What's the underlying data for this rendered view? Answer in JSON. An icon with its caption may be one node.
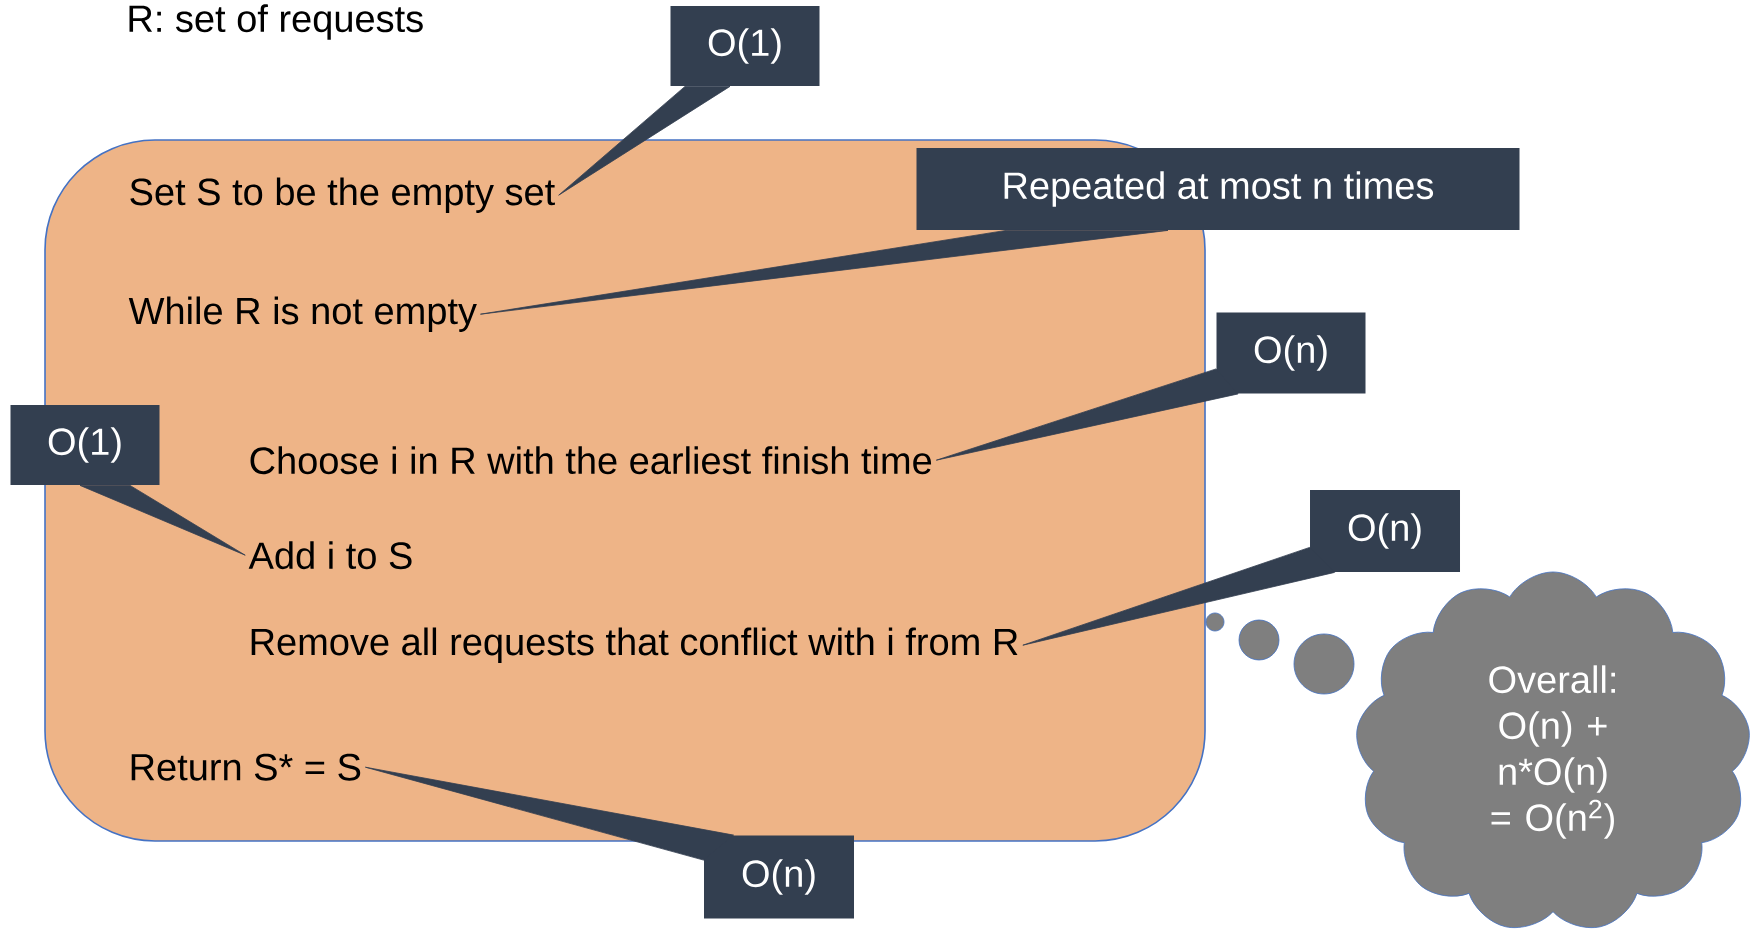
{
  "diagram": {
    "nodes": [
      {
        "text": [],
        "shape": "box"
      },
      {
        "text": [
          "Set S to be the empty set"
        ],
        "in": 0
      },
      {
        "text": [
          "While R is not empty"
        ],
        "in": 0
      },
      {
        "text": [
          "Choose i in R with the earliest finish time"
        ],
        "in": 0
      },
      {
        "text": [
          "Add i to S"
        ],
        "in": 0
      },
      {
        "text": [
          "Remove all requests that conflict with i from R"
        ],
        "in": 0
      },
      {
        "text": [
          "Return S* = S"
        ],
        "in": 0
      },
      {
        "text": [
          "O(1)"
        ]
      },
      {
        "text": [
          "Repeated at most n times"
        ]
      },
      {
        "text": [
          "O(n)"
        ]
      },
      {
        "text": [
          "O(1)"
        ]
      },
      {
        "text": [
          "O(n)"
        ]
      },
      {
        "text": [
          "O(n)"
        ]
      },
      {
        "text": [
          "Overall: O(n) + n*O(n) = O(n$^{2}$)"
        ]
      }
    ],
    "edges": [
      {
        "from": 7,
        "to": 1,
        "arrow": "none"
      },
      {
        "from": 8,
        "to": 2,
        "arrow": "none"
      },
      {
        "from": 9,
        "to": 3,
        "arrow": "none"
      },
      {
        "from": 10,
        "to": 4,
        "arrow": "none"
      },
      {
        "from": 11,
        "to": 5,
        "arrow": "none"
      },
      {
        "from": 12,
        "to": 6,
        "arrow": "none"
      }
    ],
    "labels": [
      "R: set of requests"
    ]
  }
}
